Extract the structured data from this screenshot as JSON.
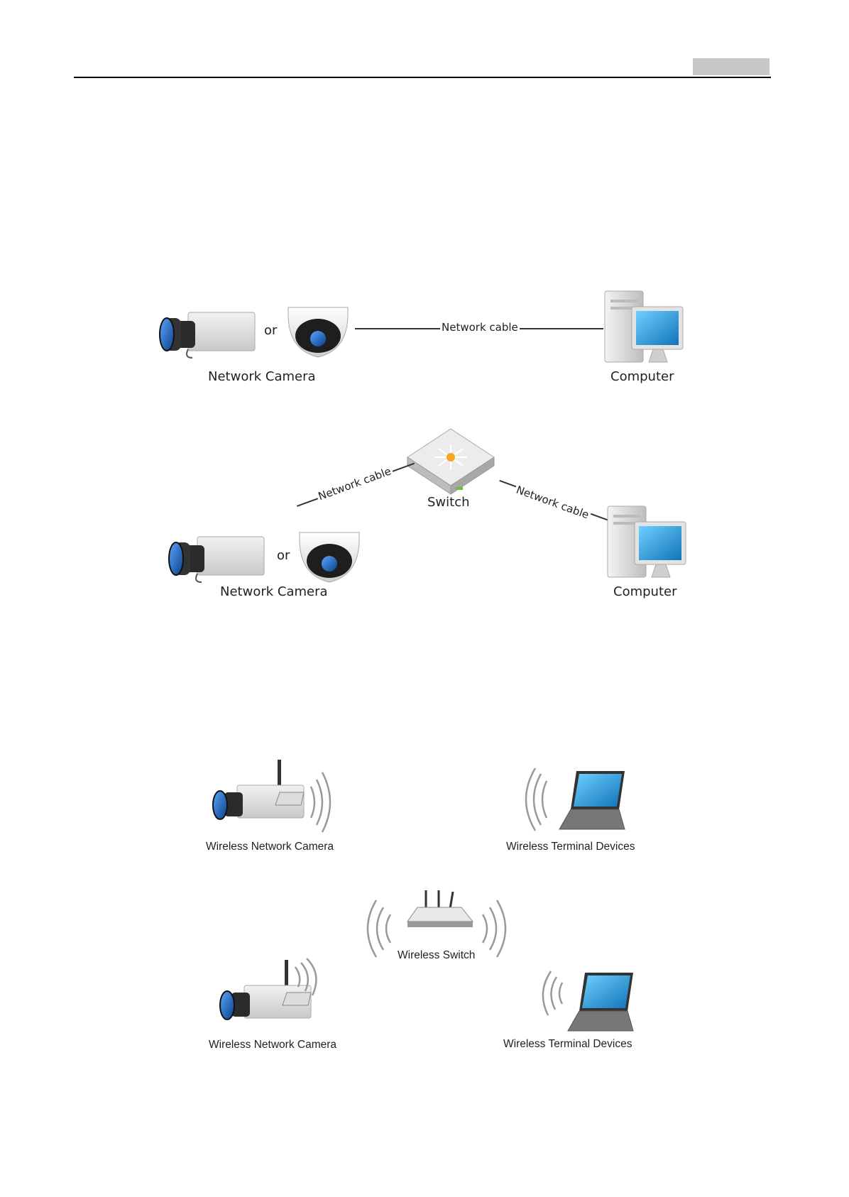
{
  "header": {
    "section_tab": ""
  },
  "diagram1": {
    "camera_label": "Network Camera",
    "or_text": "or",
    "cable_label": "Network cable",
    "computer_label": "Computer"
  },
  "diagram2": {
    "switch_label": "Switch",
    "cable_left_label": "Network cable",
    "cable_right_label": "Network cable",
    "camera_label": "Network Camera",
    "or_text": "or",
    "computer_label": "Computer"
  },
  "diagram3": {
    "camera_top_label": "Wireless Network Camera",
    "terminal_top_label": "Wireless Terminal Devices",
    "switch_label": "Wireless Switch",
    "camera_bottom_label": "Wireless Network Camera",
    "terminal_bottom_label": "Wireless Terminal Devices"
  },
  "colors": {
    "lens_blue": "#1f6fc8",
    "screen_blue": "#1c9ad8",
    "body_gray": "#dedede",
    "switch_accent": "#f5a623",
    "switch_led": "#6bbf3a"
  }
}
